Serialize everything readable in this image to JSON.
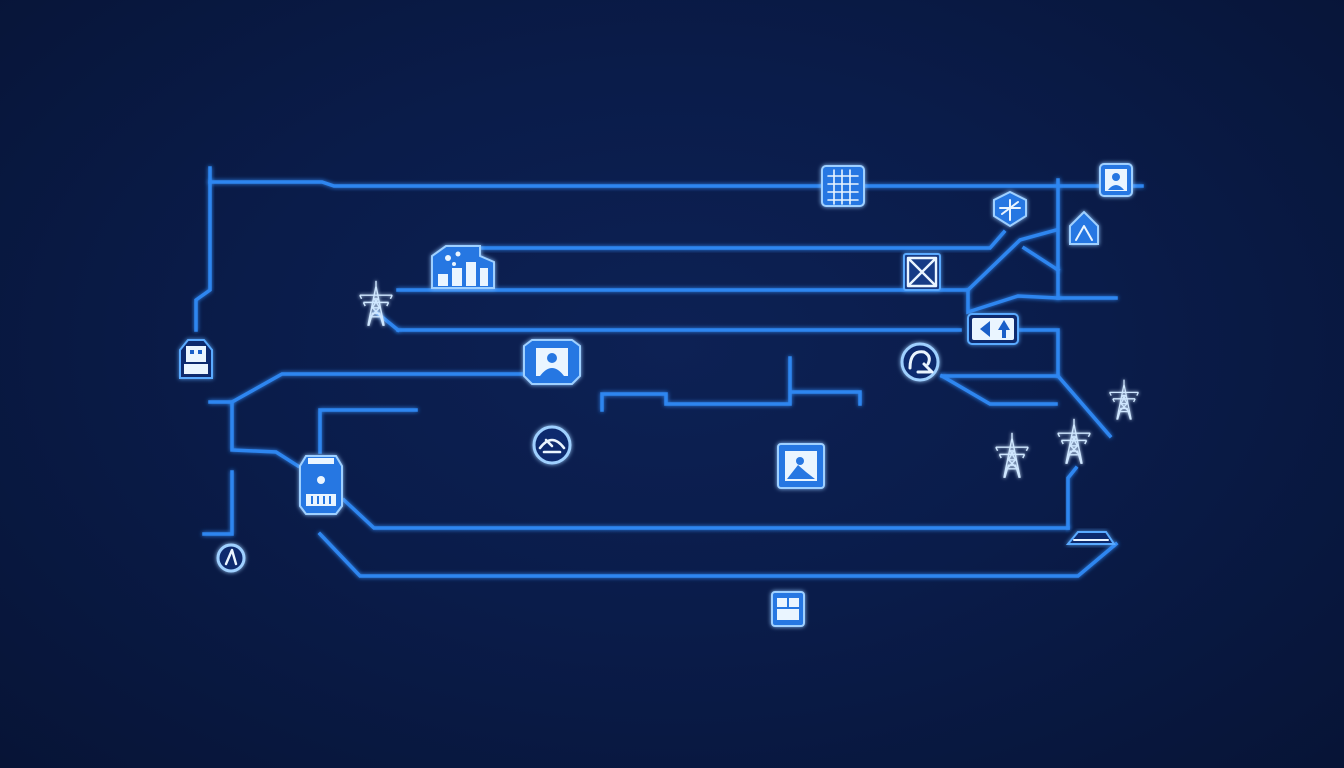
{
  "diagram": {
    "background": "#0a1c4a",
    "wire_color": "#2f86f0",
    "node_fill": "#2677e2",
    "node_outline": "#9fd0ff",
    "nodes": [
      {
        "id": "grid-panel-node",
        "icon": "grid-panel-icon"
      },
      {
        "id": "user-profile-node-top-right",
        "icon": "user-profile-icon"
      },
      {
        "id": "shield-node",
        "icon": "shield-icon"
      },
      {
        "id": "house-node",
        "icon": "house-icon"
      },
      {
        "id": "factory-node",
        "icon": "factory-icon"
      },
      {
        "id": "crossed-box-node",
        "icon": "crossed-box-icon"
      },
      {
        "id": "direction-sign-node",
        "icon": "arrows-sign-icon"
      },
      {
        "id": "person-terminal-node",
        "icon": "person-icon"
      },
      {
        "id": "recycle-node",
        "icon": "recycle-icon"
      },
      {
        "id": "gauge-node",
        "icon": "gauge-icon"
      },
      {
        "id": "landscape-node",
        "icon": "landscape-icon"
      },
      {
        "id": "building-node",
        "icon": "building-icon"
      },
      {
        "id": "meter-node",
        "icon": "meter-icon"
      },
      {
        "id": "box-node-bottom",
        "icon": "box-icon"
      },
      {
        "id": "robot-node",
        "icon": "robot-icon"
      },
      {
        "id": "substation-node",
        "icon": "substation-icon"
      }
    ],
    "towers": [
      "transmission-tower-icon"
    ]
  }
}
